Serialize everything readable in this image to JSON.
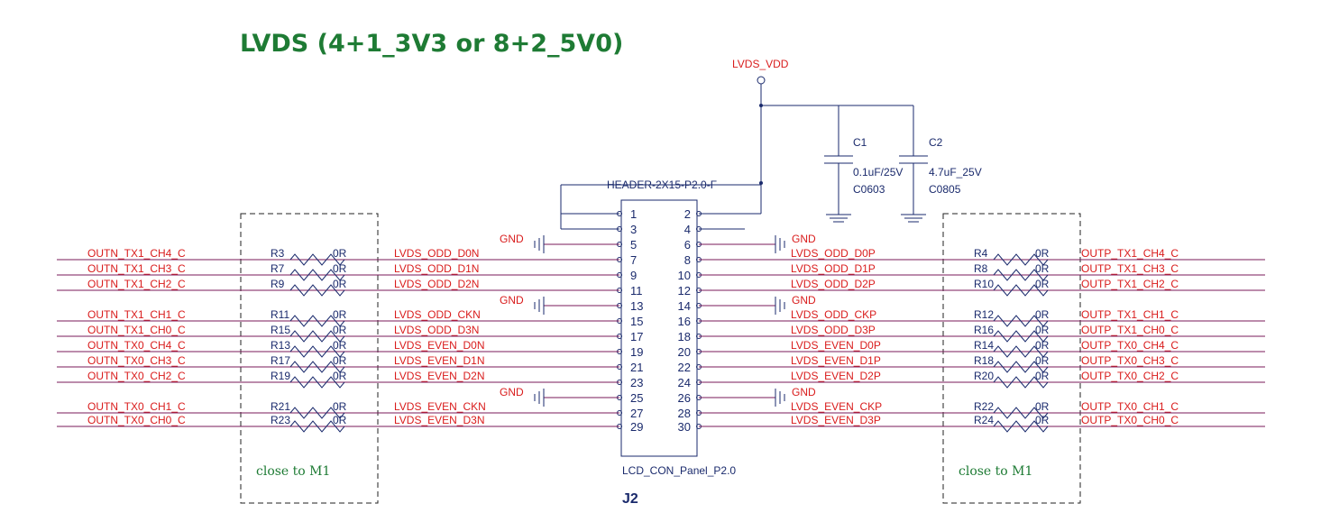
{
  "title": "LVDS (4+1_3V3 or 8+2_5V0)",
  "power": {
    "net": "LVDS_VDD"
  },
  "caps": [
    {
      "ref": "C1",
      "value": "0.1uF/25V",
      "package": "C0603"
    },
    {
      "ref": "C2",
      "value": "4.7uF_25V",
      "package": "C0805"
    }
  ],
  "connector": {
    "part": "HEADER-2X15-P2.0-F",
    "name": "LCD_CON_Panel_P2.0",
    "ref": "J2"
  },
  "gnd_label": "GND",
  "pins": [
    "1",
    "2",
    "3",
    "4",
    "5",
    "6",
    "7",
    "8",
    "9",
    "10",
    "11",
    "12",
    "13",
    "14",
    "15",
    "16",
    "17",
    "18",
    "19",
    "20",
    "21",
    "22",
    "23",
    "24",
    "25",
    "26",
    "27",
    "28",
    "29",
    "30"
  ],
  "left_rows": [
    {
      "net_in": "OUTN_TX1_CH4_C",
      "ref": "R3",
      "value": "0R",
      "net_out": "LVDS_ODD_D0N"
    },
    {
      "net_in": "OUTN_TX1_CH3_C",
      "ref": "R7",
      "value": "0R",
      "net_out": "LVDS_ODD_D1N"
    },
    {
      "net_in": "OUTN_TX1_CH2_C",
      "ref": "R9",
      "value": "0R",
      "net_out": "LVDS_ODD_D2N"
    },
    {
      "net_in": "OUTN_TX1_CH1_C",
      "ref": "R11",
      "value": "0R",
      "net_out": "LVDS_ODD_CKN"
    },
    {
      "net_in": "OUTN_TX1_CH0_C",
      "ref": "R15",
      "value": "0R",
      "net_out": "LVDS_ODD_D3N"
    },
    {
      "net_in": "OUTN_TX0_CH4_C",
      "ref": "R13",
      "value": "0R",
      "net_out": "LVDS_EVEN_D0N"
    },
    {
      "net_in": "OUTN_TX0_CH3_C",
      "ref": "R17",
      "value": "0R",
      "net_out": "LVDS_EVEN_D1N"
    },
    {
      "net_in": "OUTN_TX0_CH2_C",
      "ref": "R19",
      "value": "0R",
      "net_out": "LVDS_EVEN_D2N"
    },
    {
      "net_in": "OUTN_TX0_CH1_C",
      "ref": "R21",
      "value": "0R",
      "net_out": "LVDS_EVEN_CKN"
    },
    {
      "net_in": "OUTN_TX0_CH0_C",
      "ref": "R23",
      "value": "0R",
      "net_out": "LVDS_EVEN_D3N"
    }
  ],
  "right_rows": [
    {
      "net_in": "LVDS_ODD_D0P",
      "ref": "R4",
      "value": "0R",
      "net_out": "OUTP_TX1_CH4_C"
    },
    {
      "net_in": "LVDS_ODD_D1P",
      "ref": "R8",
      "value": "0R",
      "net_out": "OUTP_TX1_CH3_C"
    },
    {
      "net_in": "LVDS_ODD_D2P",
      "ref": "R10",
      "value": "0R",
      "net_out": "OUTP_TX1_CH2_C"
    },
    {
      "net_in": "LVDS_ODD_CKP",
      "ref": "R12",
      "value": "0R",
      "net_out": "OUTP_TX1_CH1_C"
    },
    {
      "net_in": "LVDS_ODD_D3P",
      "ref": "R16",
      "value": "0R",
      "net_out": "OUTP_TX1_CH0_C"
    },
    {
      "net_in": "LVDS_EVEN_D0P",
      "ref": "R14",
      "value": "0R",
      "net_out": "OUTP_TX0_CH4_C"
    },
    {
      "net_in": "LVDS_EVEN_D1P",
      "ref": "R18",
      "value": "0R",
      "net_out": "OUTP_TX0_CH3_C"
    },
    {
      "net_in": "LVDS_EVEN_D2P",
      "ref": "R20",
      "value": "0R",
      "net_out": "OUTP_TX0_CH2_C"
    },
    {
      "net_in": "LVDS_EVEN_CKP",
      "ref": "R22",
      "value": "0R",
      "net_out": "OUTP_TX0_CH1_C"
    },
    {
      "net_in": "LVDS_EVEN_D3P",
      "ref": "R24",
      "value": "0R",
      "net_out": "OUTP_TX0_CH0_C"
    }
  ],
  "note": "close to M1"
}
